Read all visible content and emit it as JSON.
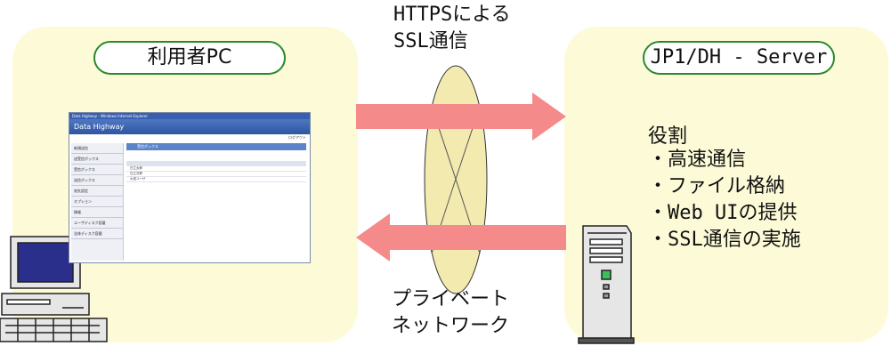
{
  "left": {
    "label": "利用者PC"
  },
  "right": {
    "label": "JP1/DH - Server"
  },
  "channel": {
    "top_line1": "HTTPSによる",
    "top_line2": "SSL通信",
    "bottom_line1": "プライベート",
    "bottom_line2": "ネットワーク"
  },
  "roles": {
    "title": "役割",
    "items": [
      "・高速通信",
      "・ファイル格納",
      "・Web UIの提供",
      "・SSL通信の実施"
    ]
  },
  "browser": {
    "window_title": "Data Highway - Windows Internet Explorer",
    "app_name": "Data Highway",
    "side_items": [
      "新規送信",
      "送受信ボックス",
      "受信ボックス",
      "送信ボックス",
      "宛先設定",
      "オプション",
      "情報",
      "ユーザディスク容量",
      "全体ディスク容量"
    ],
    "main_header": "受信ボックス",
    "rows": [
      "日立太郎",
      "日立次郎",
      "大島ユーザ"
    ]
  },
  "colors": {
    "panel": "#fdfbd7",
    "pill_border": "#2a8a2a",
    "arrow": "#f58a8a",
    "ellipse": "#f3eab0"
  }
}
